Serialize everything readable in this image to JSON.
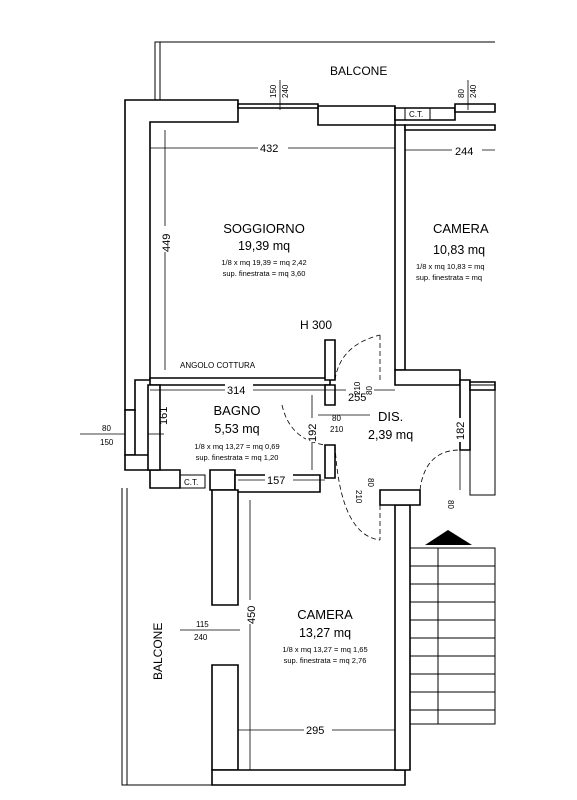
{
  "balconies": {
    "top": "BALCONE",
    "left": "BALCONE"
  },
  "rooms": {
    "soggiorno": {
      "name": "SOGGIORNO",
      "area": "19,39 mq",
      "ratio": "1/8 x mq 19,39 = mq 2,42",
      "window": "sup. finestrata = mq 3,60"
    },
    "camera_top": {
      "name": "CAMERA",
      "area": "10,83 mq",
      "ratio": "1/8 x mq 10,83 = mq",
      "window": "sup. finestrata = mq"
    },
    "bagno": {
      "name": "BAGNO",
      "area": "5,53 mq",
      "ratio": "1/8 x mq 13,27 = mq 0,69",
      "window": "sup. finestrata = mq 1,20"
    },
    "dis": {
      "name": "DIS.",
      "area": "2,39 mq"
    },
    "camera_bottom": {
      "name": "CAMERA",
      "area": "13,27 mq",
      "ratio": "1/8 x mq 13,27 = mq 1,65",
      "window": "sup. finestrata = mq 2,76"
    }
  },
  "labels": {
    "angolo_cottura": "ANGOLO COTTURA",
    "height": "H 300",
    "ct_top": "C.T.",
    "ct_bottom": "C.T."
  },
  "dimensions": {
    "soggiorno_width": "432",
    "camera_top_width": "244",
    "soggiorno_depth": "449",
    "bagno_width": "314",
    "dis_width": "255",
    "bagno_depth": "161",
    "bagno_inner_depth": "192",
    "bagno_door_width": "157",
    "dis_depth": "182",
    "camera_bottom_depth": "450",
    "camera_bottom_width": "295",
    "win_top_left_w": "150",
    "win_top_left_h": "240",
    "win_top_right_w": "80",
    "win_top_right_h": "240",
    "win_bagno_w": "80",
    "win_bagno_h": "150",
    "win_camera_w": "115",
    "win_camera_h": "240",
    "door_sogg_h": "210",
    "door_sogg_w": "80",
    "door_bagno_w": "80",
    "door_bagno_h": "210",
    "door_camera_h": "210",
    "door_camera_w": "80",
    "door_entry_w": "80"
  }
}
